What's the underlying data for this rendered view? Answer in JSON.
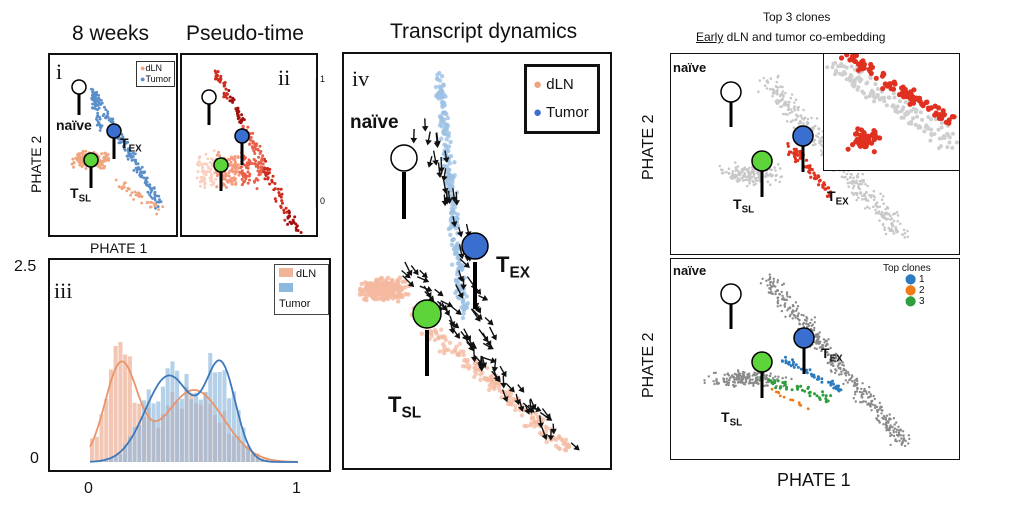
{
  "panel_titles": {
    "weeks": "8 weeks",
    "pseudotime": "Pseudo-time",
    "dynamics": "Transcript dynamics",
    "clones_line1": "Top 3 clones",
    "clones_early": "Early",
    "clones_line2_rest": " dLN and tumor co-embedding"
  },
  "panel_numerals": {
    "i": "i",
    "ii": "ii",
    "iii": "iii",
    "iv": "iv"
  },
  "axes": {
    "phate1": "PHATE 1",
    "phate2": "PHATE 2",
    "iii_ymax": "2.5",
    "iii_ymin": "0",
    "iii_xmin": "0",
    "iii_xmax": "1"
  },
  "cell_labels": {
    "naive": "naïve",
    "t": "T",
    "ex": "EX",
    "sl": "SL"
  },
  "legend_i": {
    "dln": "dLN",
    "tumor": "Tumor"
  },
  "legend_iii": {
    "dln": "dLN",
    "tumor": "Tumor"
  },
  "legend_iv": {
    "dln": "dLN",
    "tumor": "Tumor"
  },
  "colorbar_ii": {
    "max": "1",
    "min": "0"
  },
  "clones_legend": {
    "title": "Top clones",
    "items": [
      "1",
      "2",
      "3"
    ]
  },
  "colors": {
    "dln": "#f0a57e",
    "tumor": "#5b8fc9",
    "naive_marker": "#ffffff",
    "tex_marker": "#3a6fd0",
    "tsl_marker": "#5dd43a",
    "pseudotime_high": "#b30000",
    "clone1": "#2a7bbf",
    "clone2": "#f07a18",
    "clone3": "#2e9e3e"
  }
}
